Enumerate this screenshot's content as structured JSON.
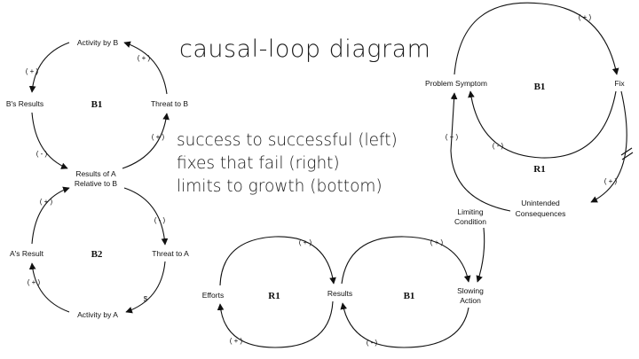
{
  "slide": {
    "title": "causal-loop diagram",
    "lines": [
      "success to successful (left)",
      "fixes that fail (right)",
      "limits to growth (bottom)"
    ]
  },
  "left": {
    "nodes": {
      "activity_b": "Activity by B",
      "b_results": "B's Results",
      "threat_b": "Threat to B",
      "results_a_line1": "Results of A",
      "results_a_line2": "Relative to B",
      "a_result": "A's Result",
      "threat_a": "Threat to A",
      "activity_a": "Activity by A"
    },
    "loops": {
      "top": "B1",
      "bottom": "B2"
    },
    "polarities": {
      "top_a": "( + )",
      "top_b": "( + )",
      "top_c": "( - )",
      "top_d": "( + )",
      "bot_a": "( + )",
      "bot_b": "( - )",
      "bot_c": "( + )",
      "bot_delay": "$"
    }
  },
  "right": {
    "nodes": {
      "problem": "Problem Symptom",
      "fix": "Fix",
      "unintended_1": "Unintended",
      "unintended_2": "Consequences"
    },
    "loops": {
      "b": "B1",
      "r": "R1"
    },
    "polarities": {
      "top": "( + )",
      "inner": "( - )",
      "left": "( + )",
      "right": "( + )"
    }
  },
  "bottom": {
    "nodes": {
      "efforts": "Efforts",
      "results": "Results",
      "slowing_1": "Slowing",
      "slowing_2": "Action",
      "limiting_1": "Limiting",
      "limiting_2": "Condition"
    },
    "loops": {
      "r": "R1",
      "b": "B1"
    },
    "polarities": {
      "r_top": "( + )",
      "r_bot": "( + )",
      "b_top": "( + )",
      "b_bot": "( - )"
    }
  }
}
